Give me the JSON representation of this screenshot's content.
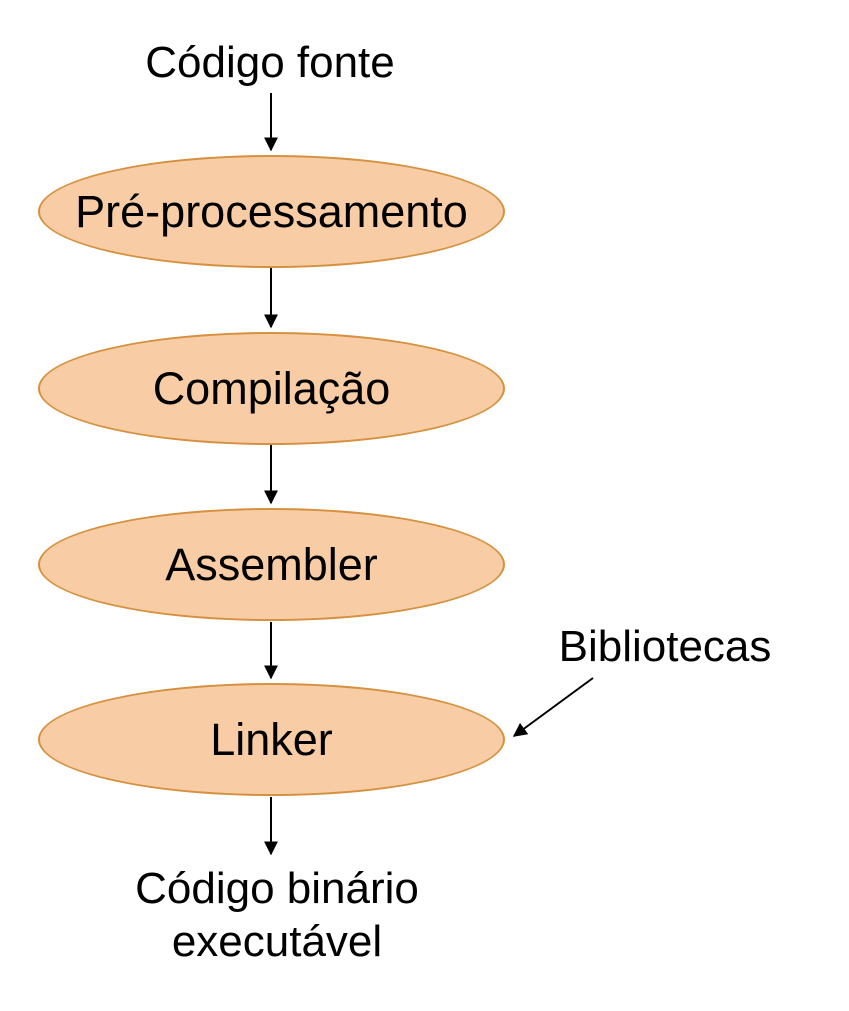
{
  "diagram": {
    "source_label": "Código fonte",
    "stages": [
      {
        "label": "Pré-processamento"
      },
      {
        "label": "Compilação"
      },
      {
        "label": "Assembler"
      },
      {
        "label": "Linker"
      }
    ],
    "libraries_label": "Bibliotecas",
    "output_label": "Código binário executável",
    "colors": {
      "node_fill": "#F8CDA5",
      "node_border": "#D5913F",
      "arrow": "#000000",
      "text": "#000000",
      "background": "#FFFFFF"
    }
  }
}
